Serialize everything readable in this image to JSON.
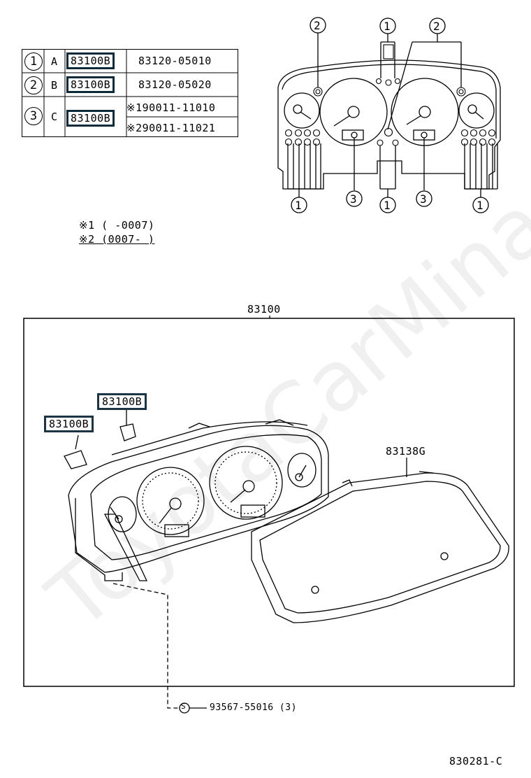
{
  "table": {
    "rows": [
      {
        "num": "1",
        "letter": "A",
        "part_ref": "83100B",
        "part_numbers": [
          "83120-05010"
        ]
      },
      {
        "num": "2",
        "letter": "B",
        "part_ref": "83100B",
        "part_numbers": [
          "83120-05020"
        ]
      },
      {
        "num": "3",
        "letter": "C",
        "part_ref": "83100B",
        "part_numbers": [
          "※190011-11010",
          "※290011-11021"
        ]
      }
    ]
  },
  "notes": [
    "※1 (     -0007)",
    "※2 (0007-     )"
  ],
  "top_callouts": {
    "one": "1",
    "two": "2",
    "three": "3"
  },
  "main": {
    "assembly_ref": "83100",
    "bulb_ref_upper": "83100B",
    "bulb_ref_lower": "83100B",
    "glass_ref": "83138G",
    "screw_symbol": "S",
    "screw_ref": "93567-55016 (3)"
  },
  "watermark": "ToyotaCarMina.ru",
  "diagram_code": "830281-C"
}
